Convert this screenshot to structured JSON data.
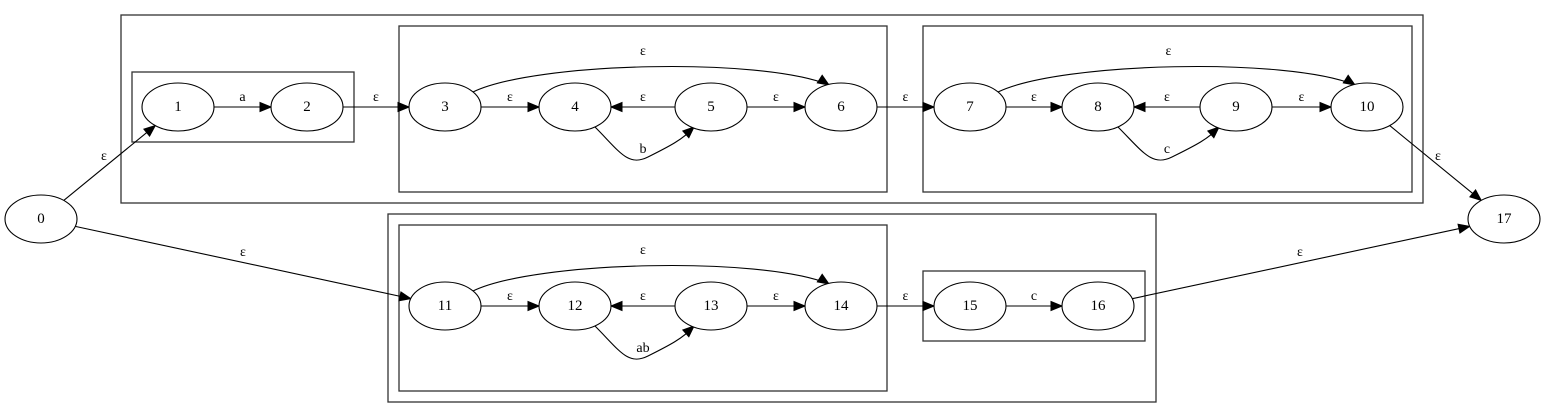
{
  "graph": {
    "type": "NFA (Thompson construction)",
    "nodes": [
      {
        "id": "0",
        "label": "0"
      },
      {
        "id": "1",
        "label": "1"
      },
      {
        "id": "2",
        "label": "2"
      },
      {
        "id": "3",
        "label": "3"
      },
      {
        "id": "4",
        "label": "4"
      },
      {
        "id": "5",
        "label": "5"
      },
      {
        "id": "6",
        "label": "6"
      },
      {
        "id": "7",
        "label": "7"
      },
      {
        "id": "8",
        "label": "8"
      },
      {
        "id": "9",
        "label": "9"
      },
      {
        "id": "10",
        "label": "10"
      },
      {
        "id": "11",
        "label": "11"
      },
      {
        "id": "12",
        "label": "12"
      },
      {
        "id": "13",
        "label": "13"
      },
      {
        "id": "14",
        "label": "14"
      },
      {
        "id": "15",
        "label": "15"
      },
      {
        "id": "16",
        "label": "16"
      },
      {
        "id": "17",
        "label": "17"
      }
    ],
    "edges": [
      {
        "from": "0",
        "to": "1",
        "label": "ε"
      },
      {
        "from": "0",
        "to": "11",
        "label": "ε"
      },
      {
        "from": "1",
        "to": "2",
        "label": "a"
      },
      {
        "from": "2",
        "to": "3",
        "label": "ε"
      },
      {
        "from": "3",
        "to": "4",
        "label": "ε"
      },
      {
        "from": "3",
        "to": "6",
        "label": "ε"
      },
      {
        "from": "4",
        "to": "5",
        "label": "b"
      },
      {
        "from": "5",
        "to": "4",
        "label": "ε"
      },
      {
        "from": "5",
        "to": "6",
        "label": "ε"
      },
      {
        "from": "6",
        "to": "7",
        "label": "ε"
      },
      {
        "from": "7",
        "to": "8",
        "label": "ε"
      },
      {
        "from": "7",
        "to": "10",
        "label": "ε"
      },
      {
        "from": "8",
        "to": "9",
        "label": "c"
      },
      {
        "from": "9",
        "to": "8",
        "label": "ε"
      },
      {
        "from": "9",
        "to": "10",
        "label": "ε"
      },
      {
        "from": "10",
        "to": "17",
        "label": "ε"
      },
      {
        "from": "11",
        "to": "12",
        "label": "ε"
      },
      {
        "from": "11",
        "to": "14",
        "label": "ε"
      },
      {
        "from": "12",
        "to": "13",
        "label": "ab"
      },
      {
        "from": "13",
        "to": "12",
        "label": "ε"
      },
      {
        "from": "13",
        "to": "14",
        "label": "ε"
      },
      {
        "from": "14",
        "to": "15",
        "label": "ε"
      },
      {
        "from": "15",
        "to": "16",
        "label": "c"
      },
      {
        "from": "16",
        "to": "17",
        "label": "ε"
      }
    ],
    "clusters": [
      {
        "id": "concat-top",
        "contains": [
          "1",
          "2",
          "3",
          "4",
          "5",
          "6",
          "7",
          "8",
          "9",
          "10"
        ]
      },
      {
        "id": "concat-a",
        "contains": [
          "1",
          "2"
        ]
      },
      {
        "id": "star-b",
        "contains": [
          "3",
          "4",
          "5",
          "6"
        ]
      },
      {
        "id": "star-c",
        "contains": [
          "7",
          "8",
          "9",
          "10"
        ]
      },
      {
        "id": "concat-bottom",
        "contains": [
          "11",
          "12",
          "13",
          "14",
          "15",
          "16"
        ]
      },
      {
        "id": "star-ab",
        "contains": [
          "11",
          "12",
          "13",
          "14"
        ]
      },
      {
        "id": "concat-c",
        "contains": [
          "15",
          "16"
        ]
      }
    ]
  }
}
